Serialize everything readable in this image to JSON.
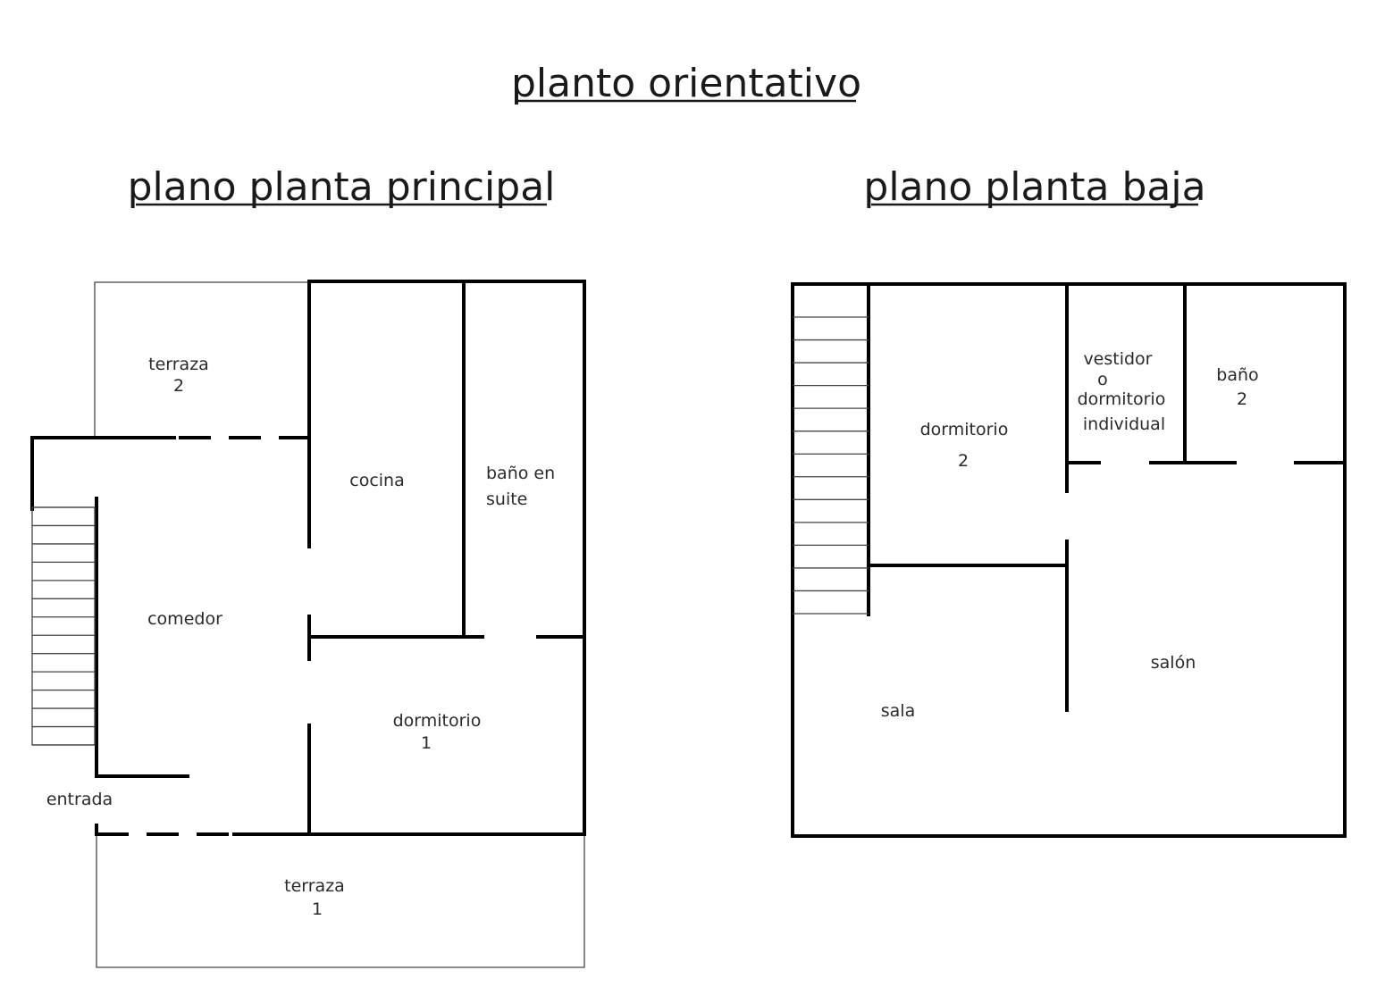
{
  "titles": {
    "main": "planto orientativo",
    "left": "plano planta principal",
    "right": "plano planta baja"
  },
  "principal": {
    "terraza2": [
      "terraza",
      "2"
    ],
    "cocina": [
      "cocina"
    ],
    "bano_suite": [
      "baño en",
      "suite"
    ],
    "comedor": [
      "comedor"
    ],
    "dormitorio1": [
      "dormitorio",
      "1"
    ],
    "entrada": [
      "entrada"
    ],
    "terraza1": [
      "terraza",
      "1"
    ]
  },
  "baja": {
    "dormitorio2": [
      "dormitorio",
      "2"
    ],
    "vestidor": [
      "vestidor",
      "o",
      "dormitorio",
      "individual"
    ],
    "bano2": [
      "baño",
      "2"
    ],
    "salon": [
      "salón"
    ],
    "sala": [
      "sala"
    ]
  }
}
